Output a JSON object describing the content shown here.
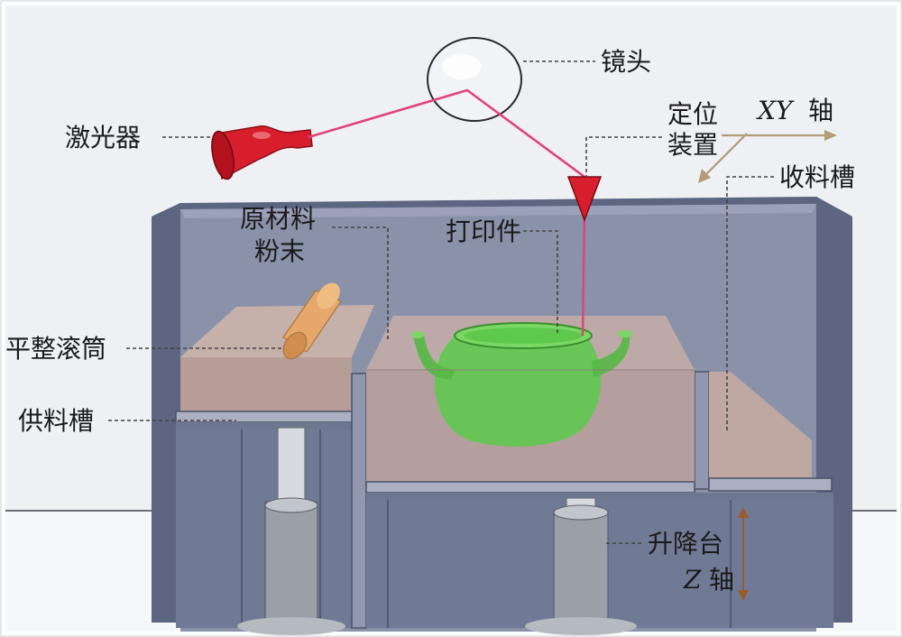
{
  "labels": {
    "lens": "镜头",
    "laser": "激光器",
    "positioning_line1": "定位",
    "positioning_line2": "装置",
    "xy_axis_prefix": "XY",
    "xy_axis_suffix": "轴",
    "collection_tank": "收料槽",
    "raw_powder_line1": "原材料",
    "raw_powder_line2": "粉末",
    "printed_part": "打印件",
    "leveling_roller": "平整滚筒",
    "supply_tank": "供料槽",
    "lift_platform": "升降台",
    "z_axis_prefix": "Z",
    "z_axis_suffix": "轴"
  },
  "colors": {
    "machine_body": "#6e7790",
    "machine_body_light": "#8a92aa",
    "powder": "#bfa7a2",
    "laser_body": "#d81e2c",
    "laser_beam": "#e0447a",
    "part": "#5fc94d",
    "roller": "#e6a86a",
    "piston": "#9aa0a8",
    "axis_arrow": "#b39a78"
  }
}
